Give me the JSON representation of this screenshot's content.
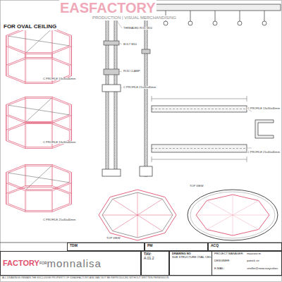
{
  "diagram": {
    "title": "FOR OVAL CEILING",
    "nodes": [
      {
        "text": [
          "TDM"
        ]
      },
      {
        "text": [
          "PM"
        ]
      },
      {
        "text": [
          "ACQ"
        ]
      },
      {
        "text": [
          "FACTORY",
          "FOR",
          "monnalisa"
        ]
      },
      {
        "text": [
          "TAV:",
          "A.01.2"
        ]
      },
      {
        "text": [
          "DRAWING NO",
          "SUB STRUCTURE OVAL CEIL."
        ]
      },
      {
        "text": [
          "PROJECT MANAGER:",
          "maurizio m",
          "DESIGNER:",
          "patrick str",
          "E-MAIL:",
          "streller@newcrazycolors"
        ]
      }
    ],
    "labels": [
      "EASFACTORY",
      "PRODUCTION | VISUAL MERCHANDISING",
      "C PROFILE 13x30x40mm",
      "C PROFILE 13x30x40mm",
      "C PROFILE 21x40x40mm",
      "THREADED ROD M10",
      "BOLT M10",
      "ROD CLAMP",
      "C PROFILE 21x40x40mm",
      "TOP VIEW",
      "TOP VIEW",
      "C PROFILE 13x30x40mm",
      "C PROFILE 21x40x40mm",
      "ALL DRAWINGS REMAIN THE EXCLUSIVE PROPERTY OF IDEASFACTORY AND MAY NOT BE REPRODUCED WITHOUT WRITTEN PERMISSION"
    ]
  }
}
